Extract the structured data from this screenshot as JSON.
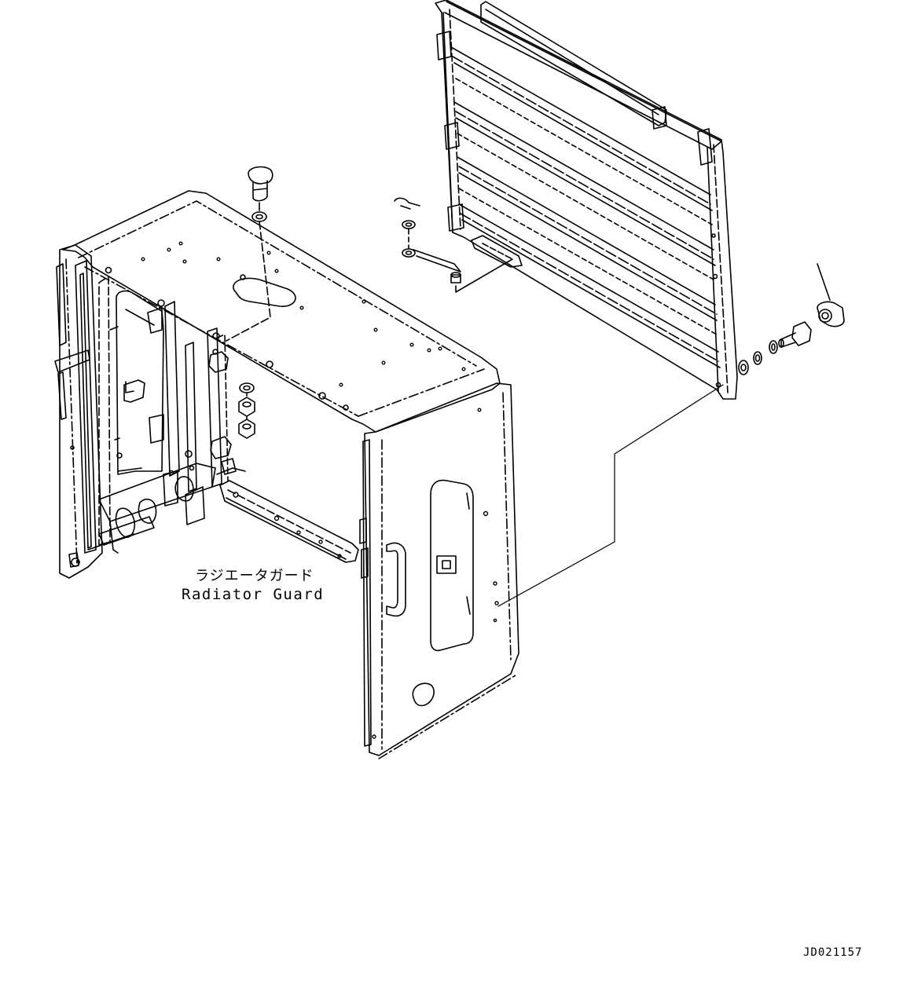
{
  "diagram": {
    "callout": {
      "japanese": "ラジエータガード",
      "english": "Radiator Guard"
    },
    "drawing_number": "JD021157",
    "parts": [
      "radiator-guard-box",
      "radiator-guard-screen",
      "top-bolt",
      "top-washer",
      "pin-and-link",
      "side-washers-and-nuts",
      "side-bolt",
      "side-washers",
      "cylindrical-spacer"
    ],
    "colors": {
      "line": "#000000",
      "background": "#ffffff"
    }
  }
}
